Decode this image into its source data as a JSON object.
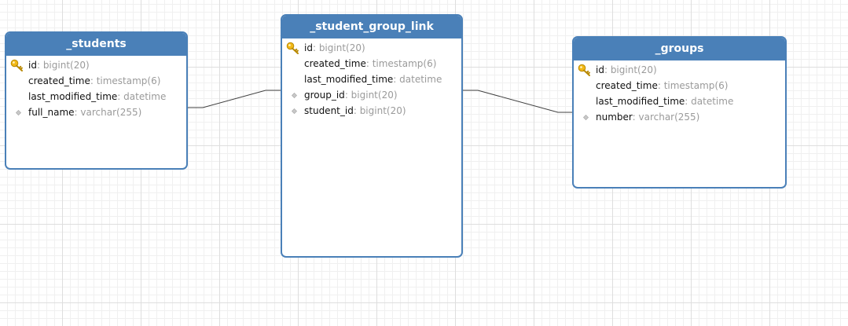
{
  "colors": {
    "header_bg": "#4a80b8",
    "border": "#4a80b8",
    "key_icon": "#f2b918",
    "connector": "#404040",
    "type_text": "#9a9a9a"
  },
  "tables": [
    {
      "name": "_students",
      "columns": [
        {
          "name": "id",
          "type": "bigint(20)",
          "icon": "key-icon"
        },
        {
          "name": "created_time",
          "type": "timestamp(6)",
          "icon": ""
        },
        {
          "name": "last_modified_time",
          "type": "datetime",
          "icon": ""
        },
        {
          "name": "full_name",
          "type": "varchar(255)",
          "icon": "diamond-icon"
        }
      ]
    },
    {
      "name": "_student_group_link",
      "columns": [
        {
          "name": "id",
          "type": "bigint(20)",
          "icon": "key-icon"
        },
        {
          "name": "created_time",
          "type": "timestamp(6)",
          "icon": ""
        },
        {
          "name": "last_modified_time",
          "type": "datetime",
          "icon": ""
        },
        {
          "name": "group_id",
          "type": "bigint(20)",
          "icon": "diamond-icon"
        },
        {
          "name": "student_id",
          "type": "bigint(20)",
          "icon": "diamond-icon"
        }
      ]
    },
    {
      "name": "_groups",
      "columns": [
        {
          "name": "id",
          "type": "bigint(20)",
          "icon": "key-icon"
        },
        {
          "name": "created_time",
          "type": "timestamp(6)",
          "icon": ""
        },
        {
          "name": "last_modified_time",
          "type": "datetime",
          "icon": ""
        },
        {
          "name": "number",
          "type": "varchar(255)",
          "icon": "diamond-icon"
        }
      ]
    }
  ],
  "relationships": [
    {
      "from": "_students",
      "to": "_student_group_link"
    },
    {
      "from": "_student_group_link",
      "to": "_groups"
    }
  ]
}
